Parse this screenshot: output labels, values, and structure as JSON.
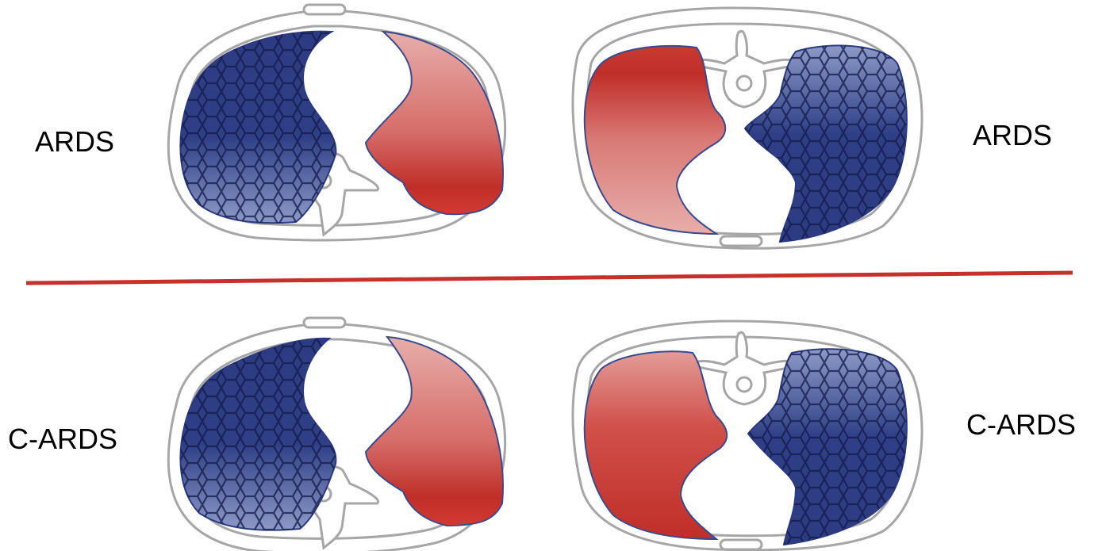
{
  "figure": {
    "labels": {
      "top_left": "ARDS",
      "top_right": "ARDS",
      "bottom_left": "C-ARDS",
      "bottom_right": "C-ARDS"
    },
    "colors": {
      "divider": "#c7312b",
      "collapsed_lung": "#2f3f86",
      "aerated_lung_light": "#e3a3a0",
      "aerated_lung_dark": "#c02e28",
      "outline": "#a6a6a6"
    },
    "panels": [
      {
        "position": "top-left",
        "orientation": "supine",
        "collapsed_side": "left",
        "aerated_side": "right"
      },
      {
        "position": "top-right",
        "orientation": "prone",
        "collapsed_side": "right",
        "aerated_side": "left"
      },
      {
        "position": "bottom-left",
        "orientation": "supine",
        "collapsed_side": "left",
        "aerated_side": "right"
      },
      {
        "position": "bottom-right",
        "orientation": "prone",
        "collapsed_side": "right",
        "aerated_side": "left"
      }
    ]
  }
}
